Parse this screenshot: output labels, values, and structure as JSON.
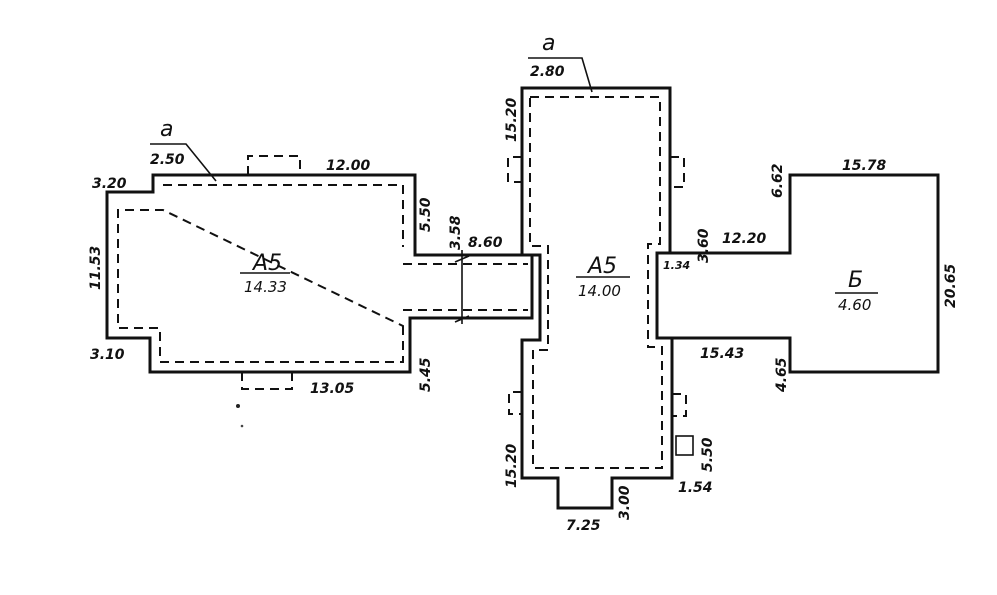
{
  "blocks": {
    "left": {
      "code": "А5",
      "value": "14.33"
    },
    "center": {
      "code": "А5",
      "value": "14.00"
    },
    "right": {
      "code": "Б",
      "value": "4.60"
    }
  },
  "markers": {
    "left_a": {
      "letter": "a",
      "value": "2.50"
    },
    "center_a": {
      "letter": "a",
      "value": "2.80"
    }
  },
  "dimensions": {
    "left_top": "12.00",
    "left_tl": "3.20",
    "left_side": "11.53",
    "left_bl": "3.10",
    "left_bottom": "13.05",
    "left_right_upper": "5.50",
    "left_right_lower": "5.45",
    "link_height": "3.58",
    "link_length": "8.60",
    "center_top_left": "15.20",
    "center_bottom_left": "15.20",
    "center_porch_width": "7.25",
    "center_porch_depth": "3.00",
    "center_br_step": "5.50",
    "center_br_small": "1.54",
    "center_r_small": "1.34",
    "center_r_step": "3.60",
    "right_link_top": "12.20",
    "right_link_bottom": "15.43",
    "right_top": "15.78",
    "right_side": "20.65",
    "right_upper_step": "6.62",
    "right_lower_step": "4.65"
  }
}
